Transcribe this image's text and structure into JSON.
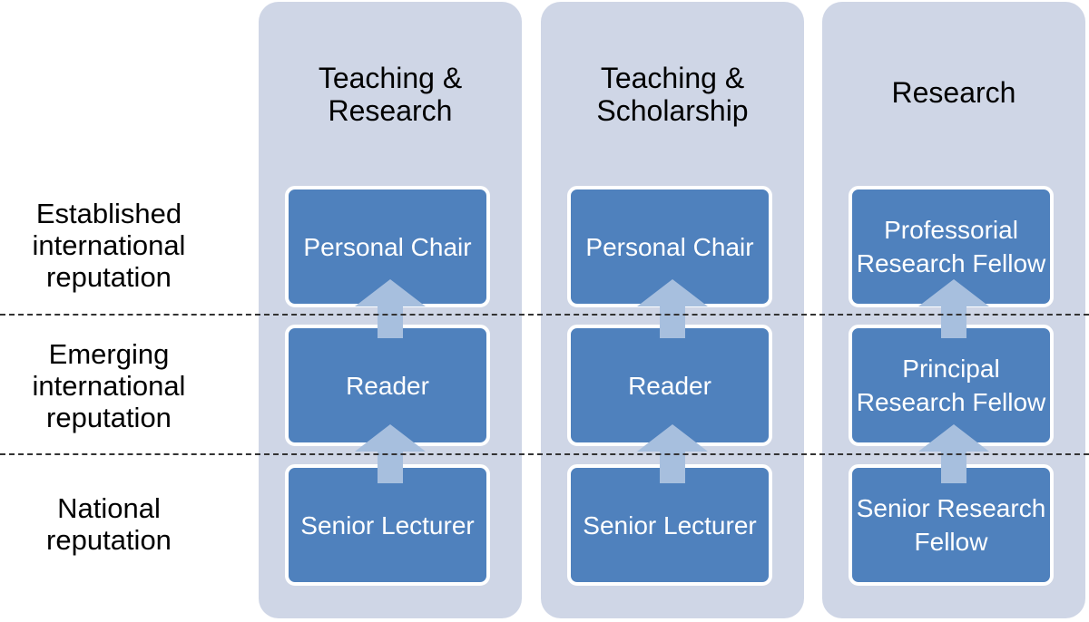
{
  "rows": [
    {
      "label": "Established international reputation"
    },
    {
      "label": "Emerging international reputation"
    },
    {
      "label": "National reputation"
    }
  ],
  "columns": [
    {
      "title": "Teaching & Research",
      "boxes": [
        "Personal Chair",
        "Reader",
        "Senior Lecturer"
      ]
    },
    {
      "title": "Teaching & Scholarship",
      "boxes": [
        "Personal Chair",
        "Reader",
        "Senior Lecturer"
      ]
    },
    {
      "title": "Research",
      "boxes": [
        "Professorial Research Fellow",
        "Principal Research Fellow",
        "Senior Research Fellow"
      ]
    }
  ],
  "colors": {
    "column_fill": "#cfd6e6",
    "box_fill": "#4f81bd",
    "arrow_fill": "#a7bfde"
  }
}
